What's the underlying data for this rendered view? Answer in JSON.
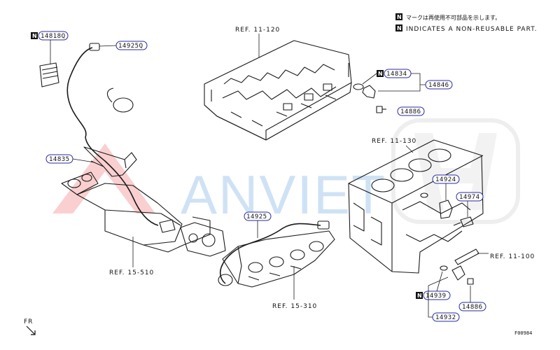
{
  "legend": {
    "badge": "N",
    "line1": "マークは再使用不可部品を示します。",
    "line2": "INDICATES A NON-REUSABLE PART."
  },
  "refs": {
    "ref_11_120": "REF. 11-120",
    "ref_11_130": "REF. 11-130",
    "ref_11_100": "REF. 11-100",
    "ref_15_510": "REF. 15-510",
    "ref_15_310": "REF. 15-310"
  },
  "parts": {
    "p14818q": "14818Q",
    "p14925q": "14925Q",
    "p14835": "14835",
    "p14925": "14925",
    "p14834": "14834",
    "p14846": "14846",
    "p14886_top": "14886",
    "p14924": "14924",
    "p14974": "14974",
    "p14939": "14939",
    "p14886_bottom": "14886",
    "p14932": "14932"
  },
  "fr_label": "FR",
  "figure_code": "F00984",
  "watermark": {
    "text": "ANVIET",
    "brand_color": "#e8262b",
    "accent_color": "#2a7fd4"
  }
}
